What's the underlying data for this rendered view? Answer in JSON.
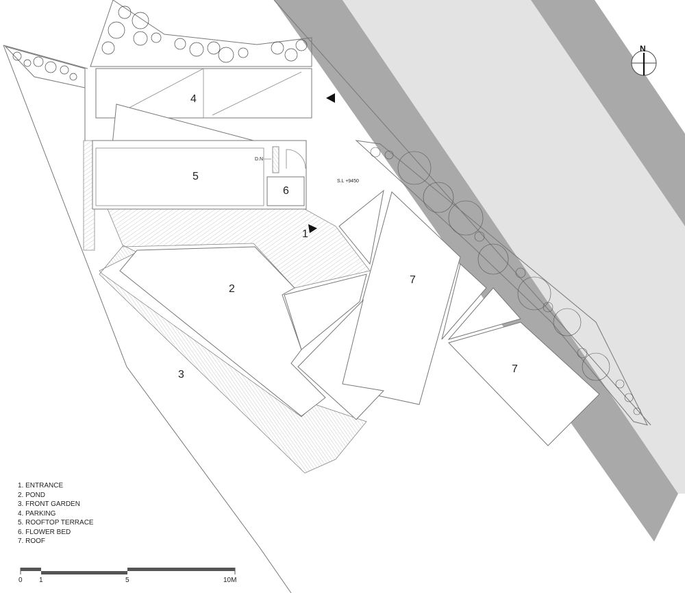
{
  "plan_labels": {
    "entrance": "1",
    "pond": "2",
    "front_garden": "3",
    "parking": "4",
    "rooftop_terrace": "5",
    "flower_bed": "6",
    "roof": "7"
  },
  "annotations": {
    "down": "D.N",
    "level": "S.L +9450",
    "north": "N"
  },
  "legend": [
    "1. ENTRANCE",
    "2. POND",
    "3. FRONT GARDEN",
    "4. PARKING",
    "5. ROOFTOP TERRACE",
    "6. FLOWER BED",
    "7. ROOF"
  ],
  "scale_bar": {
    "labels": [
      "0",
      "1",
      "5",
      "10M"
    ],
    "unit": "M"
  },
  "colors": {
    "road_light": "#e3e3e3",
    "road_dark": "#a9a9a9",
    "line": "#777777",
    "scale": "#555555"
  }
}
